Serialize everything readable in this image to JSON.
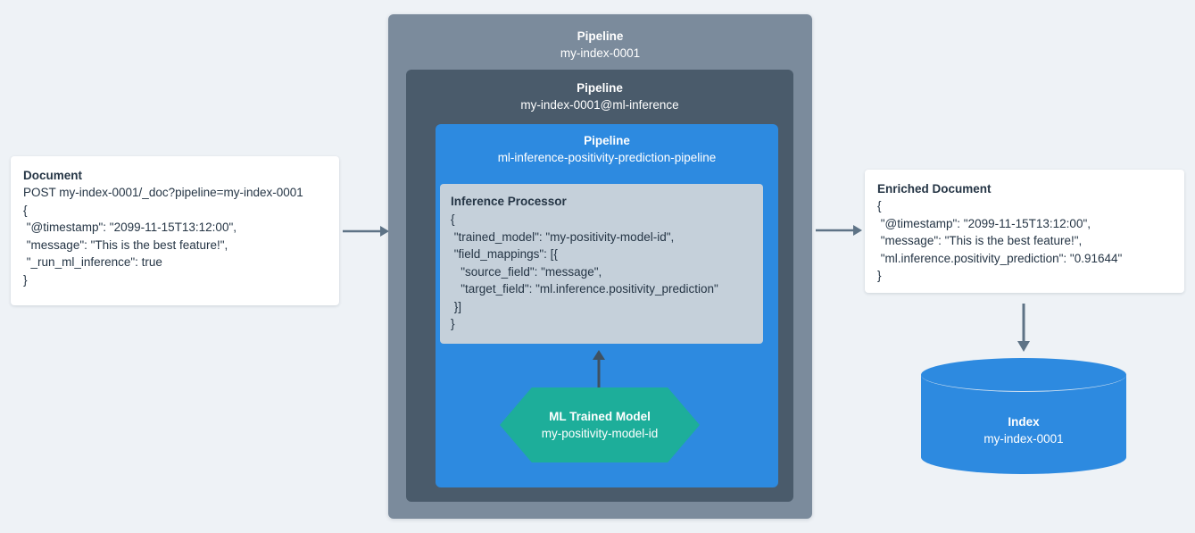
{
  "colors": {
    "page_background": "#eef2f6",
    "frame_outer": "#7b8b9c",
    "frame_mid": "#4a5b6b",
    "frame_inner": "#2d8ae0",
    "processor_panel": "#c5d0da",
    "ml_model": "#1dae9a",
    "index": "#2d8ae0",
    "arrow": "#5e7386",
    "text_dark": "#253545",
    "text_light": "#ffffff"
  },
  "document": {
    "title": "Document",
    "lines": [
      "POST my-index-0001/_doc?pipeline=my-index-0001",
      "{",
      " \"@timestamp\": \"2099-11-15T13:12:00\",",
      " \"message\": \"This is the best feature!\",",
      " \"_run_ml_inference\": true",
      "}"
    ]
  },
  "pipelines": {
    "outer": {
      "kind": "Pipeline",
      "name": "my-index-0001"
    },
    "middle": {
      "kind": "Pipeline",
      "name": "my-index-0001@ml-inference"
    },
    "inner": {
      "kind": "Pipeline",
      "name": "ml-inference-positivity-prediction-pipeline"
    }
  },
  "processor": {
    "title": "Inference Processor",
    "lines": [
      "{",
      " \"trained_model\": \"my-positivity-model-id\",",
      " \"field_mappings\": [{",
      "   \"source_field\": \"message\",",
      "   \"target_field\": \"ml.inference.positivity_prediction\"",
      " }]",
      "}"
    ]
  },
  "ml_model": {
    "kind": "ML Trained Model",
    "name": "my-positivity-model-id"
  },
  "enriched_document": {
    "title": "Enriched Document",
    "lines": [
      "{",
      " \"@timestamp\": \"2099-11-15T13:12:00\",",
      " \"message\": \"This is the best feature!\",",
      " \"ml.inference.positivity_prediction\": \"0.91644\"",
      "}"
    ]
  },
  "index": {
    "kind": "Index",
    "name": "my-index-0001"
  },
  "arrows": [
    {
      "name": "document-to-pipeline",
      "direction": "right"
    },
    {
      "name": "pipeline-to-enriched-document",
      "direction": "right"
    },
    {
      "name": "ml-model-to-processor",
      "direction": "up"
    },
    {
      "name": "enriched-document-to-index",
      "direction": "down"
    }
  ]
}
